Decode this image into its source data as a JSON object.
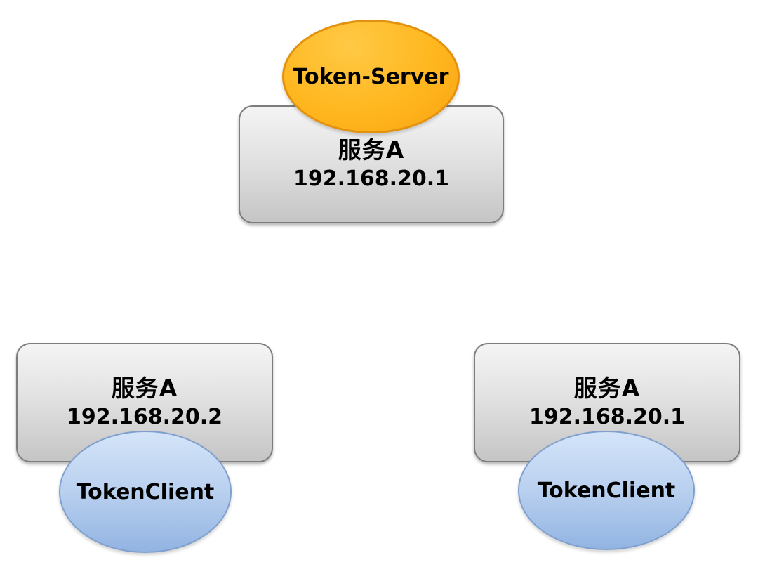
{
  "nodes": {
    "token_server": {
      "ellipse_label": "Token-Server",
      "service_name": "服务A",
      "service_ip": "192.168.20.1"
    },
    "client_left": {
      "ellipse_label": "TokenClient",
      "service_name": "服务A",
      "service_ip": "192.168.20.2"
    },
    "client_right": {
      "ellipse_label": "TokenClient",
      "service_name": "服务A",
      "service_ip": "192.168.20.1"
    }
  },
  "colors": {
    "background": "#ffffff",
    "text": "#000000",
    "box_fill_top": "#f4f4f4",
    "box_fill_bottom": "#c5c5c5",
    "box_border": "#7d7d7d",
    "server_ellipse_fill_top": "#ffc945",
    "server_ellipse_fill_mid": "#ffb71f",
    "server_ellipse_fill_bottom": "#f9a312",
    "server_ellipse_border": "#e2920e",
    "client_ellipse_fill_top": "#d4e4f9",
    "client_ellipse_fill_bottom": "#92b4e2",
    "client_ellipse_border": "#7fa0ce"
  }
}
